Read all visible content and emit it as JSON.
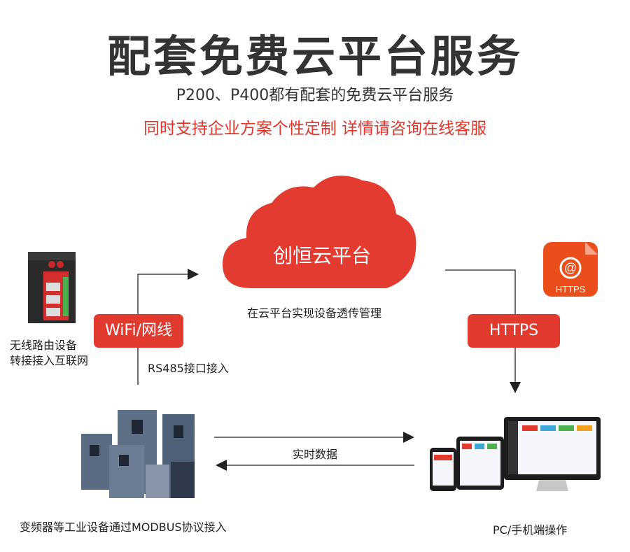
{
  "header": {
    "title": "配套免费云平台服务",
    "subtitle": "P200、P400都有配套的免费云平台服务",
    "note": "同时支持企业方案个性定制  详情请咨询在线客服"
  },
  "cloud": {
    "label": "创恒云平台",
    "caption": "在云平台实现设备透传管理"
  },
  "router": {
    "caption_line1": "无线路由设备",
    "caption_line2": "转接接入互联网"
  },
  "links": {
    "wifi_label": "WiFi/网线",
    "rs485_label": "RS485接口接入",
    "https_label": "HTTPS",
    "https_icon_text": "HTTPS",
    "realtime_label": "实时数据"
  },
  "devices": {
    "inverters_caption": "变频器等工业设备通过MODBUS协议接入",
    "pc_caption": "PC/手机端操作"
  },
  "colors": {
    "accent": "#e23a2f",
    "text": "#222222"
  }
}
